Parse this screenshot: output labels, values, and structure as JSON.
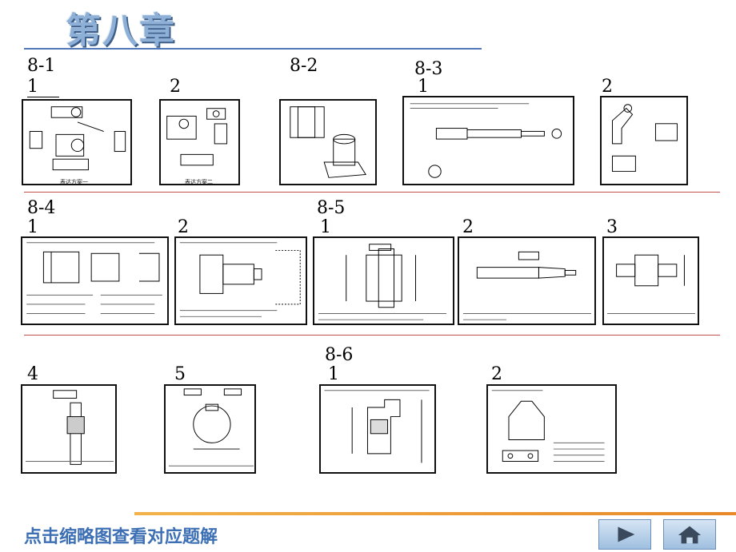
{
  "title": "第八章",
  "sections": {
    "s81": "8-1",
    "s82": "8-2",
    "s83": "8-3",
    "s84": "8-4",
    "s85": "8-5",
    "s86": "8-6"
  },
  "items": {
    "n1": "1",
    "n2": "2",
    "n3": "3",
    "n4": "4",
    "n5": "5"
  },
  "captions": {
    "c81a": "表达方案一",
    "c81b": "表达方案二"
  },
  "footer": {
    "hint": "点击缩略图查看对应题解"
  }
}
